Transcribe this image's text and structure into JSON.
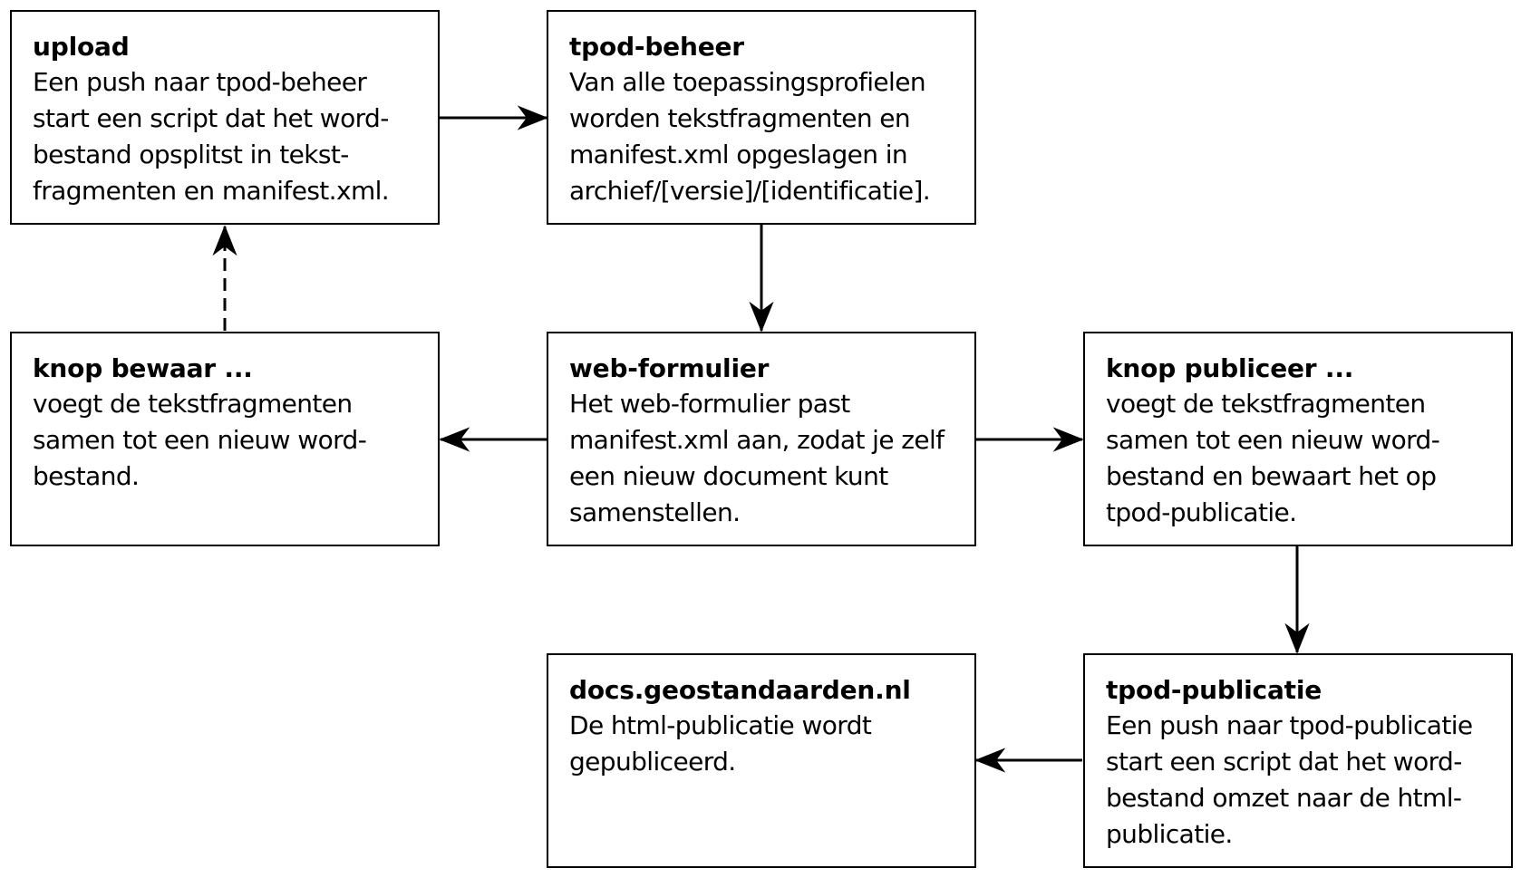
{
  "boxes": {
    "upload": {
      "title": "upload",
      "lines": [
        "Een push naar tpod-beheer",
        "start een script dat het word-",
        "bestand opsplitst in tekst-",
        "fragmenten en manifest.xml."
      ]
    },
    "tpod_beheer": {
      "title": "tpod-beheer",
      "lines": [
        "Van alle toepassingsprofielen",
        "worden tekstfragmenten en",
        "manifest.xml opgeslagen in",
        "archief/[versie]/[identificatie]."
      ]
    },
    "knop_bewaar": {
      "title": "knop bewaar ...",
      "lines": [
        "voegt de tekstfragmenten",
        "samen tot een nieuw word-",
        "bestand.",
        ""
      ]
    },
    "web_formulier": {
      "title": "web-formulier",
      "lines": [
        "Het web-formulier past",
        "manifest.xml aan, zodat je zelf",
        "een nieuw document kunt",
        "samenstellen."
      ]
    },
    "knop_publiceer": {
      "title": "knop publiceer ...",
      "lines": [
        "voegt de tekstfragmenten",
        "samen tot een nieuw word-",
        "bestand en bewaart het op",
        "tpod-publicatie."
      ]
    },
    "docs": {
      "title": "docs.geostandaarden.nl",
      "lines": [
        "De html-publicatie wordt",
        "gepubliceerd.",
        "",
        ""
      ]
    },
    "tpod_publicatie": {
      "title": "tpod-publicatie",
      "lines": [
        "Een push naar tpod-publicatie",
        "start een script dat het word-",
        "bestand omzet naar de html-",
        "publicatie."
      ]
    }
  },
  "colors": {
    "stroke": "#000000",
    "background": "#ffffff"
  }
}
